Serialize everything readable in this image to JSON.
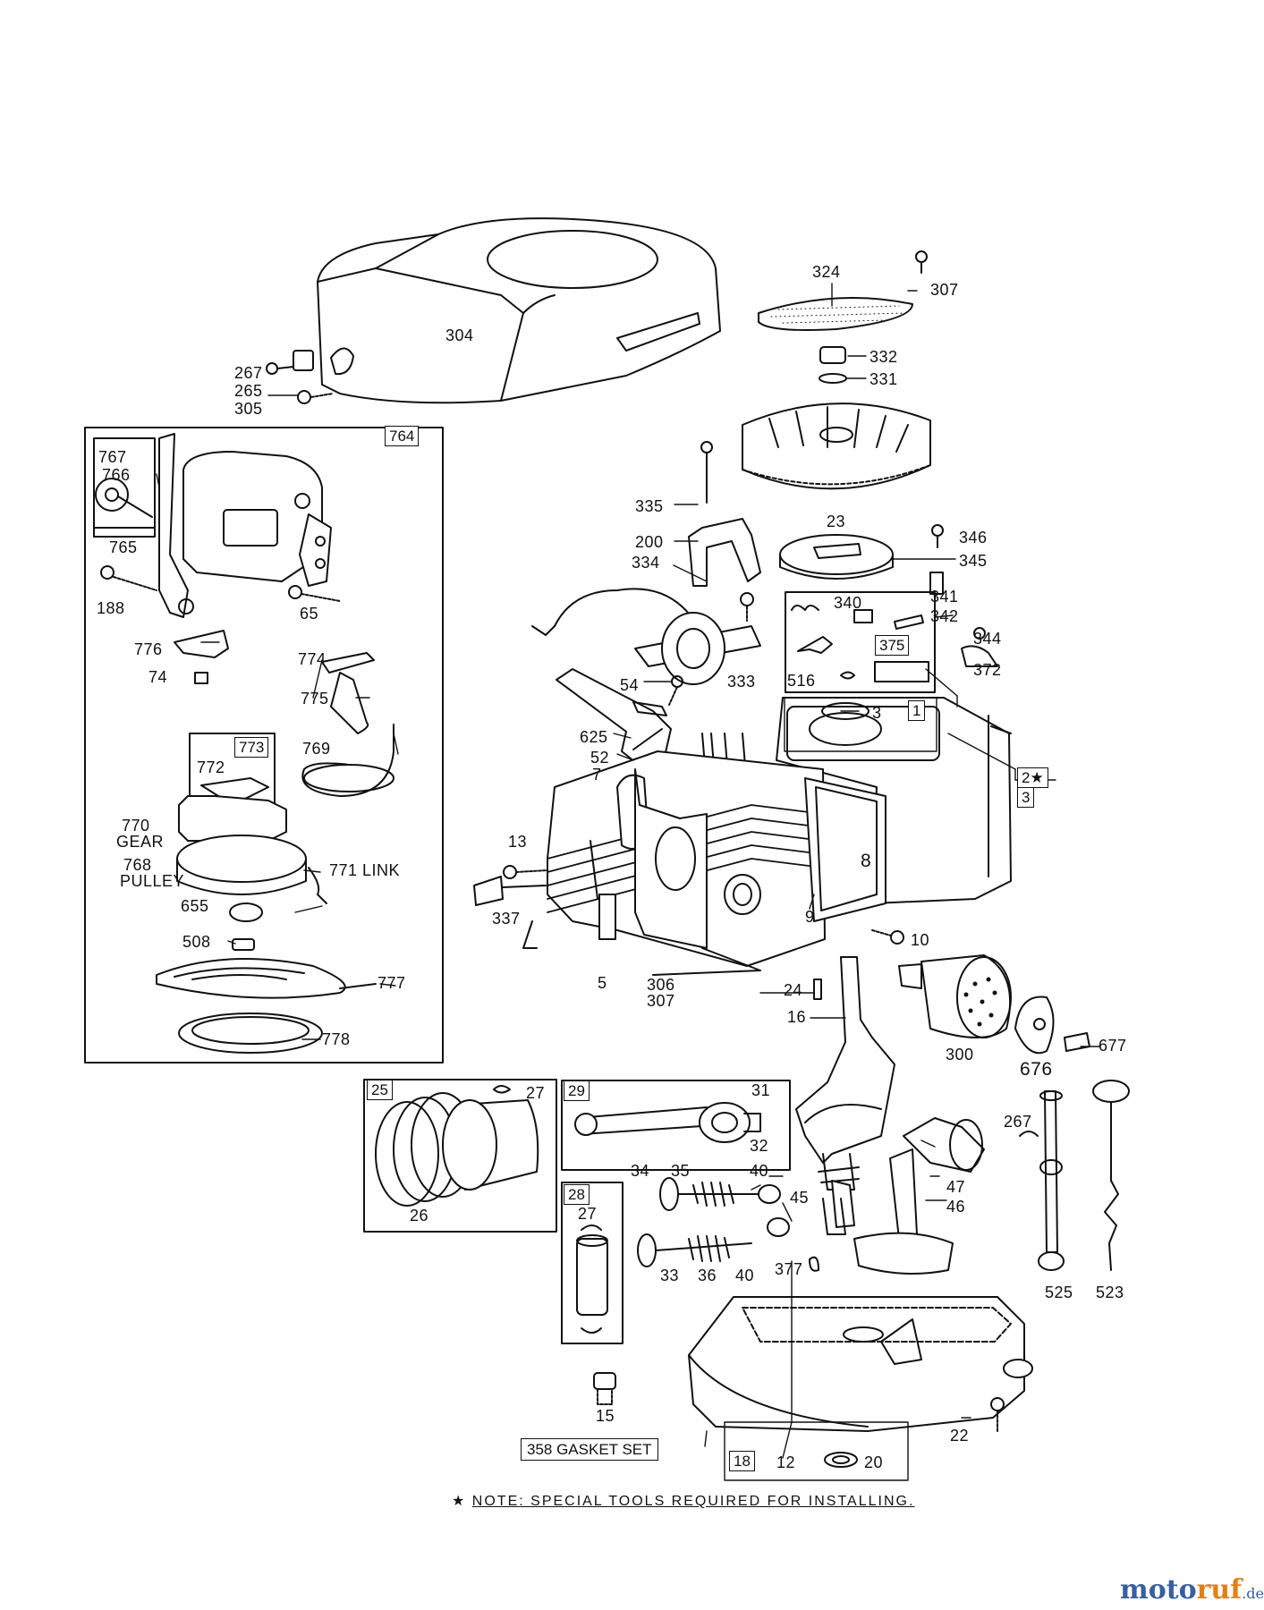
{
  "callouts": {
    "c304": "304",
    "c267a": "267",
    "c265": "265",
    "c305": "305",
    "c324": "324",
    "c307a": "307",
    "c332": "332",
    "c331": "331",
    "c335": "335",
    "c23": "23",
    "c200": "200",
    "c334": "334",
    "c346": "346",
    "c345": "345",
    "c340": "340",
    "c341": "341",
    "c342": "342",
    "c375": "375",
    "c344": "344",
    "c372": "372",
    "c516": "516",
    "c333": "333",
    "c54": "54",
    "c625": "625",
    "c52": "52",
    "c7": "7",
    "c3a": "3",
    "c1": "1",
    "c2star": "2★",
    "c3b": "3",
    "c13": "13",
    "c8": "8",
    "c337": "337",
    "c9": "9",
    "c10": "10",
    "c5": "5",
    "c306": "306",
    "c307b": "307",
    "c24": "24",
    "c16": "16",
    "c300": "300",
    "c676": "676",
    "c677": "677",
    "c764": "764",
    "c767": "767",
    "c766": "766",
    "c765": "765",
    "c188": "188",
    "c65": "65",
    "c776": "776",
    "c74": "74",
    "c774": "774",
    "c775": "775",
    "c773": "773",
    "c772": "772",
    "c769": "769",
    "c770": "770",
    "gear": "GEAR",
    "c768": "768",
    "pulley": "PULLEY",
    "c771": "771 LINK",
    "c655": "655",
    "c508": "508",
    "c777": "777",
    "c778": "778",
    "c25": "25",
    "c27a": "27",
    "c26": "26",
    "c29": "29",
    "c31": "31",
    "c32": "32",
    "c28": "28",
    "c27b": "27",
    "c34": "34",
    "c35": "35",
    "c40a": "40",
    "c45": "45",
    "c47": "47",
    "c46": "46",
    "c33": "33",
    "c36": "36",
    "c40b": "40",
    "c377": "377",
    "c267b": "267",
    "c525": "525",
    "c523": "523",
    "c15": "15",
    "c358": "358 GASKET SET",
    "c18": "18",
    "c12": "12",
    "c20": "20",
    "c22": "22"
  },
  "note": {
    "star": "★",
    "prefix": "NOTE",
    "text": ": SPECIAL TOOLS REQUIRED FOR INSTALLING."
  },
  "watermark": {
    "part1": "moto",
    "part2": "ruf",
    "suffix": ".de"
  }
}
